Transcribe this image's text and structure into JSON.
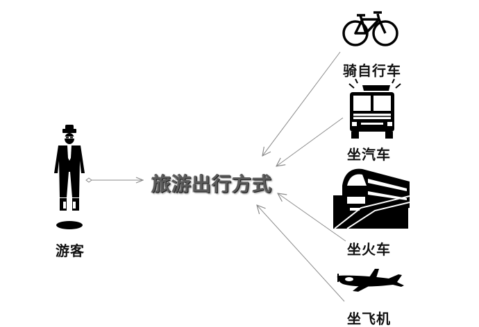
{
  "center": {
    "label": "旅游出行方式"
  },
  "tourist": {
    "label": "游客"
  },
  "modes": [
    {
      "label": "骑自行车",
      "icon": "bicycle-icon"
    },
    {
      "label": "坐汽车",
      "icon": "fire-truck-icon"
    },
    {
      "label": "坐火车",
      "icon": "train-icon"
    },
    {
      "label": "坐飞机",
      "icon": "airplane-icon"
    }
  ],
  "colors": {
    "arrow": "#8a8a8a",
    "icon": "#000000",
    "text": "#111111",
    "center_text": "#5a5a5a"
  }
}
